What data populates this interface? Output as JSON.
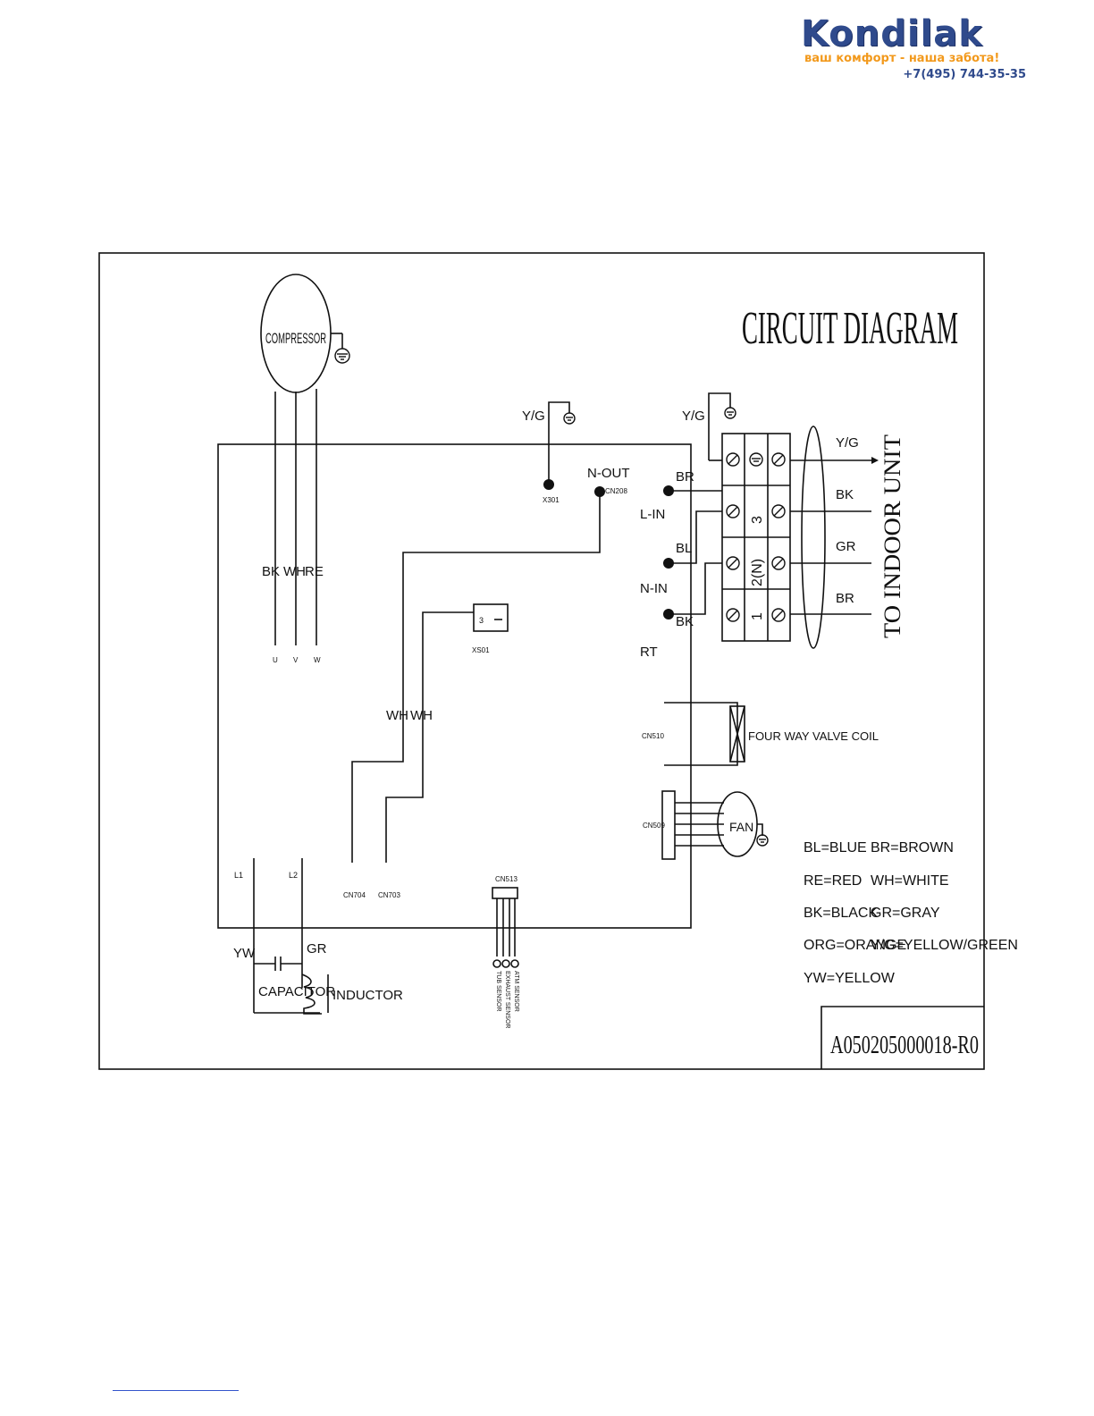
{
  "header": {
    "brand": "Kondilak",
    "tagline": "ваш комфорт - наша забота!",
    "phone": "+7(495) 744-35-35"
  },
  "diagram": {
    "title": "CIRCUIT DIAGRAM",
    "compressor": "COMPRESSOR",
    "yg_left": "Y/G",
    "yg_right": "Y/G",
    "x301": "X301",
    "n_out": "N-OUT",
    "cn208": "CN208",
    "br_lin": "BR",
    "l_in": "L-IN",
    "bl_nin": "BL",
    "n_in": "N-IN",
    "bk_rt": "BK",
    "rt": "RT",
    "comp_bk": "BK",
    "comp_wh": "WH",
    "comp_re": "RE",
    "term_u": "U",
    "term_v": "V",
    "term_w": "W",
    "xs01": "XS01",
    "xs01_pin": "3",
    "wh_left": "WH",
    "wh_right": "WH",
    "cn704": "CN704",
    "cn703": "CN703",
    "l1": "L1",
    "l2": "L2",
    "yw": "YW",
    "gr": "GR",
    "capacitor": "CAPACITOR",
    "inductor": "INDUCTOR",
    "cn513": "CN513",
    "sensors": [
      "ATM SENSOR",
      "EXHAUST SENSOR",
      "TUB SENSOR"
    ],
    "cn510": "CN510",
    "four_way": "FOUR WAY VALVE COIL",
    "cn509": "CN509",
    "fan": "FAN",
    "terminal_labels": [
      "3",
      "2(N)",
      "1"
    ],
    "indoor_wires": [
      "Y/G",
      "BK",
      "GR",
      "BR"
    ],
    "to_indoor": "TO INDOOR UNIT",
    "legend": [
      [
        "BL=BLUE",
        "BR=BROWN"
      ],
      [
        "RE=RED",
        "WH=WHITE"
      ],
      [
        "BK=BLACK",
        "GR=GRAY"
      ],
      [
        "ORG=ORANGE",
        "Y/G=YELLOW/GREEN"
      ],
      [
        "YW=YELLOW",
        ""
      ]
    ],
    "doc_code": "A050205000018-R0"
  }
}
